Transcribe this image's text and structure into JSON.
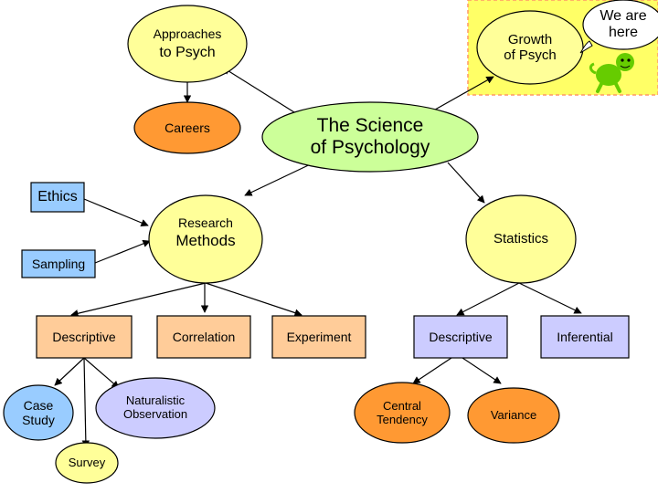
{
  "nodes": {
    "approaches": {
      "line1": "Approaches",
      "line2": "to Psych"
    },
    "growth": {
      "line1": "Growth",
      "line2": "of Psych"
    },
    "callout": {
      "line1": "We are",
      "line2": "here"
    },
    "careers": "Careers",
    "science": {
      "line1": "The Science",
      "line2": "of Psychology"
    },
    "ethics": "Ethics",
    "research": {
      "line1": "Research",
      "line2": "Methods"
    },
    "statistics": "Statistics",
    "sampling": "Sampling",
    "descriptive_method": "Descriptive",
    "correlation": "Correlation",
    "experiment": "Experiment",
    "descriptive_stats": "Descriptive",
    "inferential": "Inferential",
    "case_study": {
      "line1": "Case",
      "line2": "Study"
    },
    "naturalistic": {
      "line1": "Naturalistic",
      "line2": "Observation"
    },
    "survey": "Survey",
    "central_tendency": {
      "line1": "Central",
      "line2": "Tendency"
    },
    "variance": "Variance"
  },
  "colors": {
    "light_yellow": "#ffff99",
    "orange": "#ff9933",
    "light_green": "#ccff99",
    "light_blue": "#99ccff",
    "peach": "#ffcc99",
    "light_purple": "#ccccff",
    "highlight": "#ffff66",
    "highlight_border": "#ff9966",
    "turtle": "#66cc00"
  }
}
